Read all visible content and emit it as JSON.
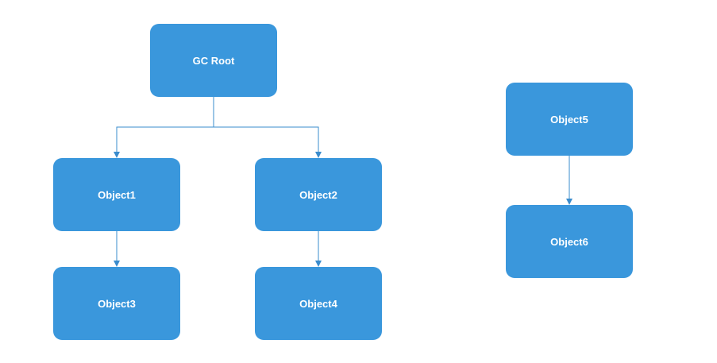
{
  "diagram": {
    "colors": {
      "node_fill": "#3a97dc",
      "node_text": "#ffffff",
      "connector": "#3a8ccd"
    },
    "nodes": [
      {
        "id": "gc-root",
        "label": "GC Root"
      },
      {
        "id": "object1",
        "label": "Object1"
      },
      {
        "id": "object2",
        "label": "Object2"
      },
      {
        "id": "object3",
        "label": "Object3"
      },
      {
        "id": "object4",
        "label": "Object4"
      },
      {
        "id": "object5",
        "label": "Object5"
      },
      {
        "id": "object6",
        "label": "Object6"
      }
    ],
    "edges": [
      {
        "from": "gc-root",
        "to": "object1"
      },
      {
        "from": "gc-root",
        "to": "object2"
      },
      {
        "from": "object1",
        "to": "object3"
      },
      {
        "from": "object2",
        "to": "object4"
      },
      {
        "from": "object5",
        "to": "object6"
      }
    ]
  }
}
